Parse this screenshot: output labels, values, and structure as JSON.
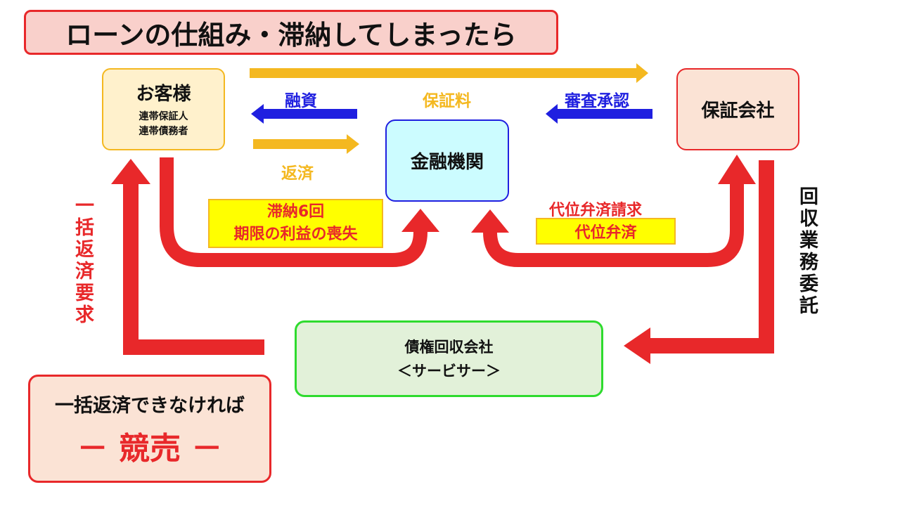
{
  "title": "ローンの仕組み・滞納してしまったら",
  "nodes": {
    "customer": {
      "label": "お客様",
      "sub1": "連帯保証人",
      "sub2": "連帯債務者"
    },
    "guarantor": {
      "label": "保証会社"
    },
    "bank": {
      "label": "金融機関"
    },
    "servicer": {
      "line1": "債権回収会社",
      "line2": "＜サービサー＞"
    },
    "auction": {
      "line1": "一括返済できなければ",
      "line2": "－ 競売 －"
    }
  },
  "labels": {
    "loan": "融資",
    "guarantee_fee": "保証料",
    "review_approval": "審査承認",
    "repayment": "返済",
    "delinquency_line1": "滞納6回",
    "delinquency_line2": "期限の利益の喪失",
    "subrogation_request": "代位弁済請求",
    "subrogation": "代位弁済",
    "lump_sum_demand": "一括返済要求",
    "collection_outsourcing": "回収業務委託"
  },
  "colors": {
    "red": "#e8282a",
    "gold": "#f4b820",
    "blue": "#1f1fe0",
    "green": "#2edb2e"
  }
}
